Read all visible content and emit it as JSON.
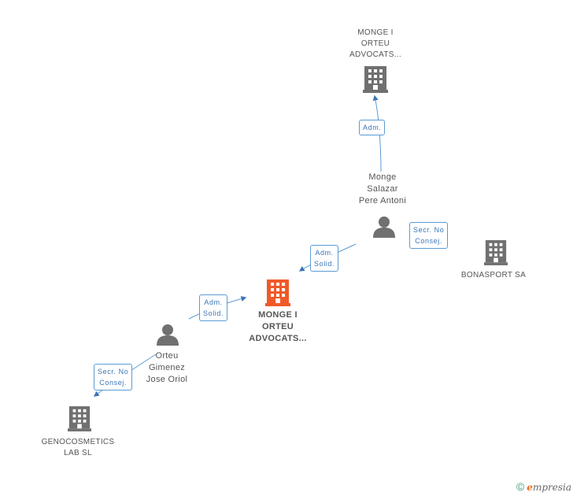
{
  "nodes": {
    "top_company": {
      "lines": [
        "MONGE I",
        "ORTEU",
        "ADVOCATS..."
      ]
    },
    "person_monge": {
      "lines": [
        "Monge",
        "Salazar",
        "Pere Antoni"
      ]
    },
    "focus_company": {
      "lines": [
        "MONGE I",
        "ORTEU",
        "ADVOCATS..."
      ]
    },
    "bonasport": {
      "lines": [
        "BONASPORT SA"
      ]
    },
    "person_orteu": {
      "lines": [
        "Orteu",
        "Gimenez",
        "Jose Oriol"
      ]
    },
    "genocosmetics": {
      "lines": [
        "GENOCOSMETICS",
        "LAB SL"
      ]
    }
  },
  "edges": {
    "adm_top": {
      "lines": [
        "Adm."
      ]
    },
    "adm_solid_1": {
      "lines": [
        "Adm.",
        "Solid."
      ]
    },
    "secr_bonasport": {
      "lines": [
        "Secr.  No",
        "Consej."
      ]
    },
    "adm_solid_2": {
      "lines": [
        "Adm.",
        "Solid."
      ]
    },
    "secr_geno": {
      "lines": [
        "Secr.  No",
        "Consej."
      ]
    }
  },
  "footer": {
    "copyright": "©",
    "brand_initial": "e",
    "brand_rest": "mpresia"
  },
  "colors": {
    "edge": "#5b9bd5",
    "node_icon": "#707070",
    "focus_icon": "#f05a28"
  }
}
